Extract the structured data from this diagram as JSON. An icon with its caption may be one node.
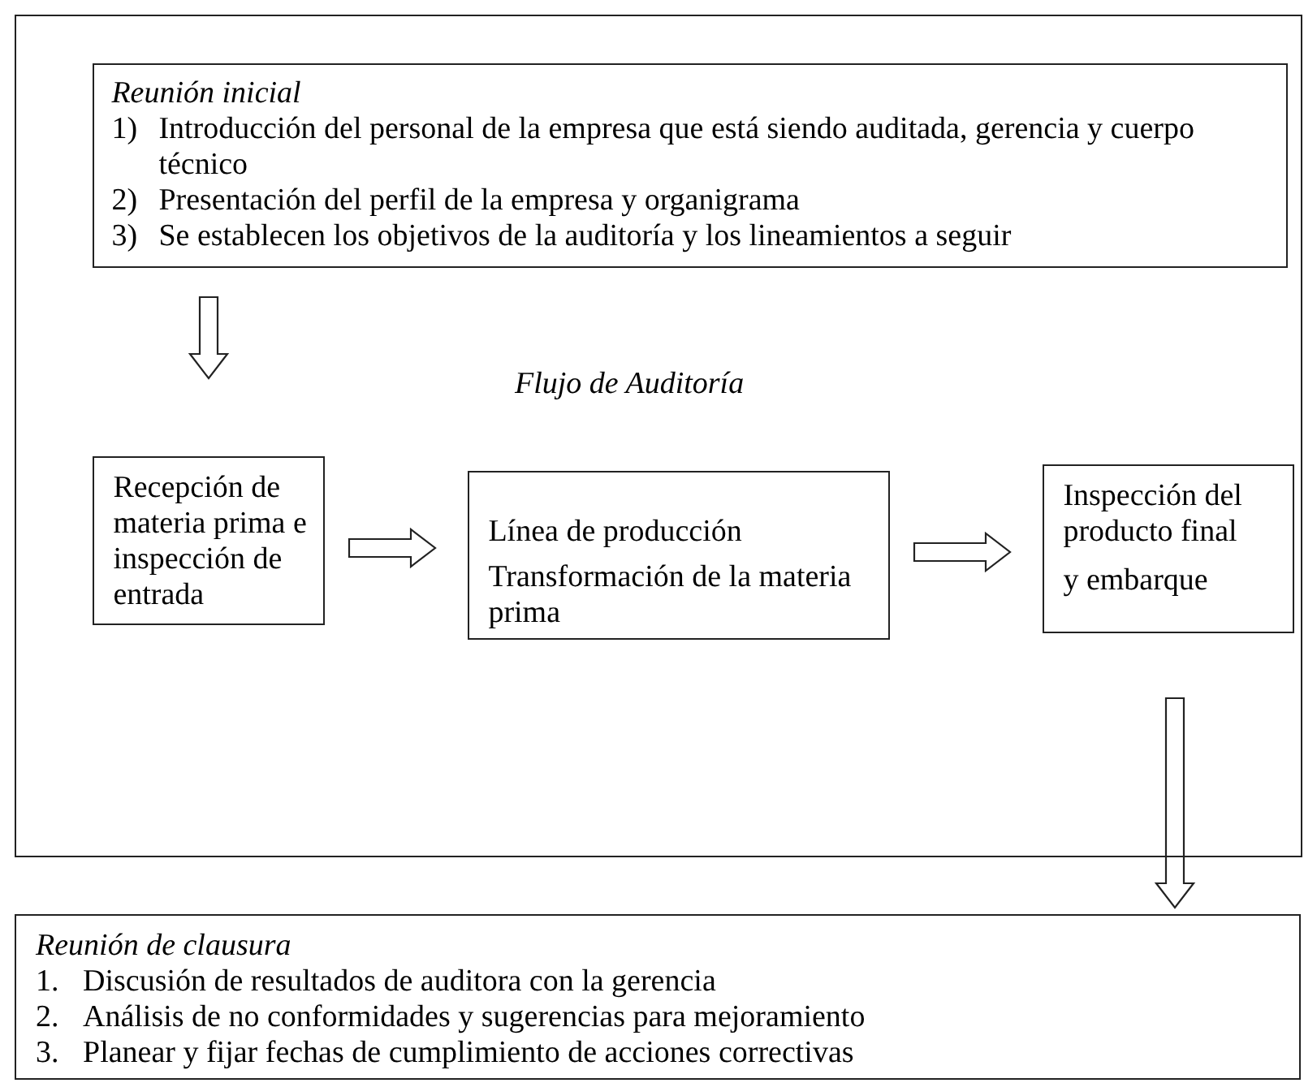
{
  "diagram": {
    "nodes": [
      {
        "text": [],
        "shape": "box"
      },
      {
        "text": [
          "Reunión inicial",
          "1) Introducción del personal de la empresa que está siendo auditada, gerencia y cuerpo técnico",
          "2) Presentación del perfil de la empresa y organigrama",
          "3) Se establecen los objetivos de la auditoría y los lineamientos a seguir"
        ],
        "in": 0
      },
      {
        "text": [
          "Recepción de materia prima e inspección de entrada"
        ],
        "in": 0
      },
      {
        "text": [
          "Línea de producción",
          "Transformación de la materia prima"
        ],
        "in": 0
      },
      {
        "text": [
          "Inspección del producto final",
          "y embarque"
        ],
        "in": 0
      },
      {
        "text": [
          "Reunión de  clausura",
          "1. Discusión de resultados de auditora con la gerencia",
          "2. Análisis de no conformidades y sugerencias para mejoramiento",
          "3. Planear y fijar fechas de cumplimiento de acciones correctivas"
        ]
      }
    ],
    "edges": [
      {
        "from": 1,
        "to": 2,
        "arrow": "to"
      },
      {
        "from": 2,
        "to": 3,
        "arrow": "to"
      },
      {
        "from": 3,
        "to": 4,
        "arrow": "to"
      },
      {
        "from": 4,
        "to": 5,
        "arrow": "to"
      }
    ],
    "labels": [
      "Flujo de Auditoría"
    ]
  }
}
